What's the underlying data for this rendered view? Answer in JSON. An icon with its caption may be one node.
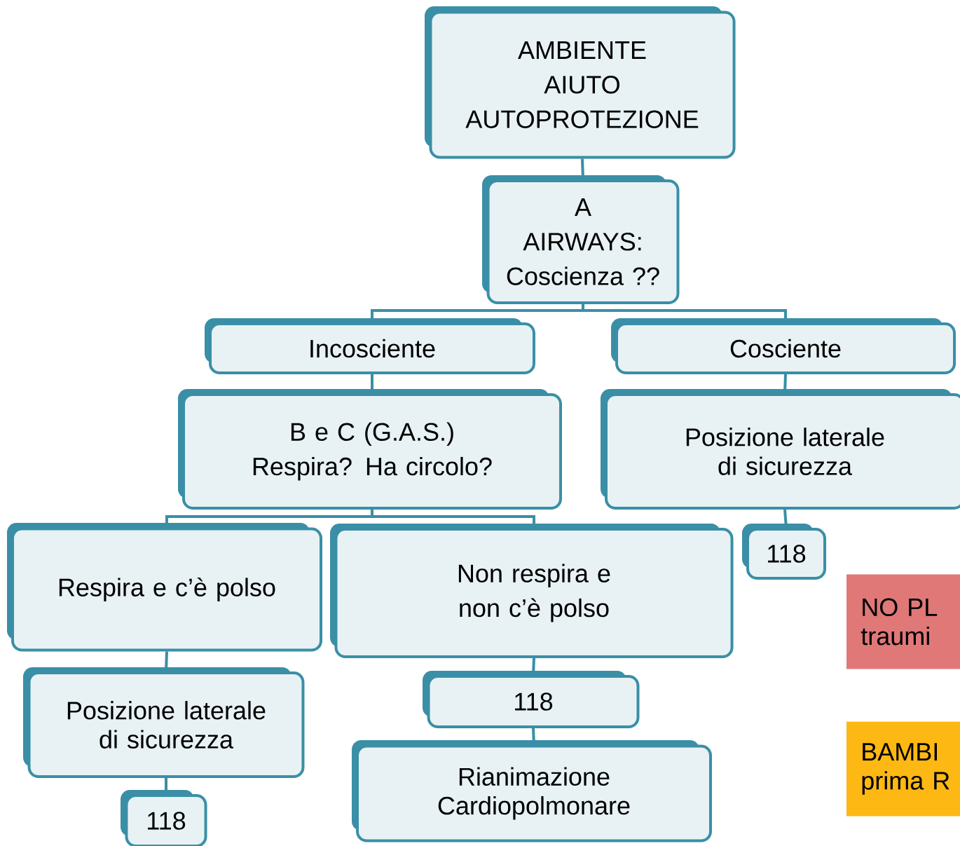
{
  "diagram": {
    "nodes": [
      {
        "text": [
          "AMBIENTE",
          "AIUTO",
          "AUTOPROTEZIONE"
        ]
      },
      {
        "text": [
          "A",
          "AIRWAYS:",
          "Coscienza ??"
        ]
      },
      {
        "text": [
          "Incosciente"
        ]
      },
      {
        "text": [
          "Cosciente"
        ]
      },
      {
        "text": [
          "B e C (G.A.S.)",
          "Respira? Ha circolo?"
        ]
      },
      {
        "text": [
          "Posizione laterale di sicurezza"
        ]
      },
      {
        "text": [
          "Respira e c’è polso"
        ]
      },
      {
        "text": [
          "Non respira e",
          "non c’è polso"
        ]
      },
      {
        "text": [
          "118"
        ]
      },
      {
        "text": [
          "Posizione laterale di sicurezza"
        ]
      },
      {
        "text": [
          "118"
        ]
      },
      {
        "text": [
          "118"
        ]
      },
      {
        "text": [
          "Rianimazione Cardiopolmonare"
        ]
      },
      {
        "text": [
          "NO PL traumi"
        ]
      },
      {
        "text": [
          "BAMBI prima R"
        ]
      }
    ],
    "edges": [
      {
        "from": 0,
        "to": 1,
        "arrow": "none"
      },
      {
        "from": 1,
        "to": 2,
        "arrow": "none"
      },
      {
        "from": 1,
        "to": 3,
        "arrow": "none"
      },
      {
        "from": 2,
        "to": 4,
        "arrow": "none"
      },
      {
        "from": 3,
        "to": 5,
        "arrow": "none"
      },
      {
        "from": 4,
        "to": 6,
        "arrow": "none"
      },
      {
        "from": 4,
        "to": 7,
        "arrow": "none"
      },
      {
        "from": 5,
        "to": 8,
        "arrow": "none"
      },
      {
        "from": 6,
        "to": 9,
        "arrow": "none"
      },
      {
        "from": 7,
        "to": 10,
        "arrow": "none"
      },
      {
        "from": 9,
        "to": 11,
        "arrow": "none"
      },
      {
        "from": 10,
        "to": 12,
        "arrow": "none"
      }
    ]
  }
}
